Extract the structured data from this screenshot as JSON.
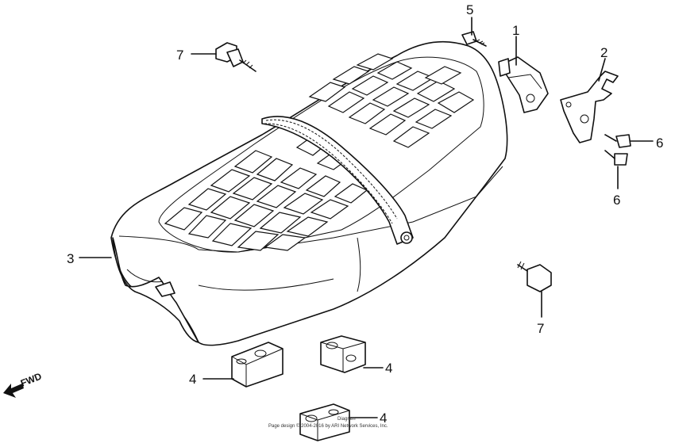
{
  "diagram": {
    "callouts": {
      "c1": "1",
      "c2": "2",
      "c3": "3",
      "c4a": "4",
      "c4b": "4",
      "c4c": "4",
      "c5": "5",
      "c6a": "6",
      "c6b": "6",
      "c7a": "7",
      "c7b": "7"
    },
    "direction_label": "FWD",
    "copyright_line1": "Diagram",
    "copyright_line2": "Page design © 2004-2016 by ARI Network Services, Inc."
  }
}
